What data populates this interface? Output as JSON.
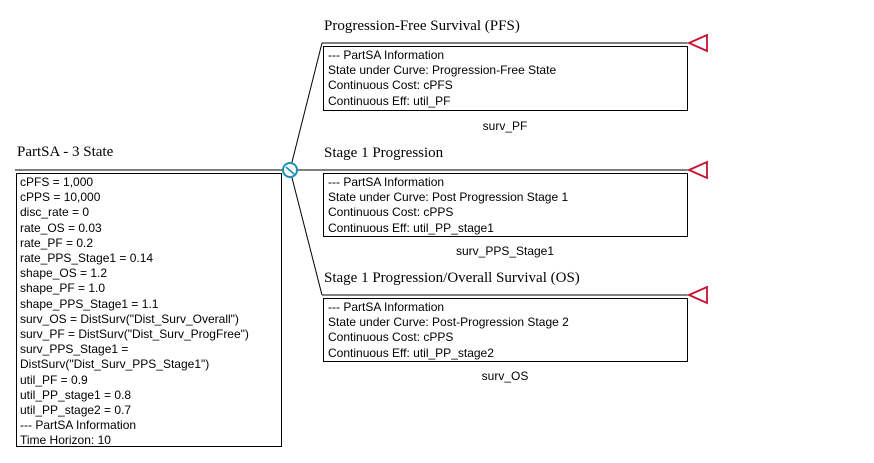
{
  "root": {
    "title": "PartSA - 3 State",
    "definitions": [
      "cPFS = 1,000",
      "cPPS = 10,000",
      "disc_rate = 0",
      "rate_OS = 0.03",
      "rate_PF = 0.2",
      "rate_PPS_Stage1 = 0.14",
      "shape_OS = 1.2",
      "shape_PF = 1.0",
      "shape_PPS_Stage1 = 1.1",
      "surv_OS = DistSurv(\"Dist_Surv_Overall\")",
      "surv_PF = DistSurv(\"Dist_Surv_ProgFree\")",
      "surv_PPS_Stage1 =",
      "DistSurv(\"Dist_Surv_PPS_Stage1\")",
      "util_PF = 0.9",
      "util_PP_stage1 = 0.8",
      "util_PP_stage2 = 0.7",
      "--- PartSA Information",
      "Time Horizon: 10"
    ]
  },
  "branches": [
    {
      "title": "Progression-Free Survival (PFS)",
      "info": [
        "--- PartSA Information",
        "State under Curve: Progression-Free State",
        "Continuous Cost: cPFS",
        "Continuous Eff: util_PF"
      ],
      "curve": "surv_PF"
    },
    {
      "title": "Stage 1 Progression",
      "info": [
        "--- PartSA Information",
        "State under Curve: Post Progression Stage 1",
        "Continuous Cost: cPPS",
        "Continuous Eff: util_PP_stage1"
      ],
      "curve": "surv_PPS_Stage1"
    },
    {
      "title": "Stage 1 Progression/Overall Survival (OS)",
      "info": [
        "--- PartSA Information",
        "State under Curve: Post-Progression Stage 2",
        "Continuous Cost: cPPS",
        "Continuous Eff: util_PP_stage2"
      ],
      "curve": "surv_OS"
    }
  ],
  "colors": {
    "partsa_node": "#1a8fb0",
    "terminal_node": "#c8102e",
    "line": "#000000"
  }
}
